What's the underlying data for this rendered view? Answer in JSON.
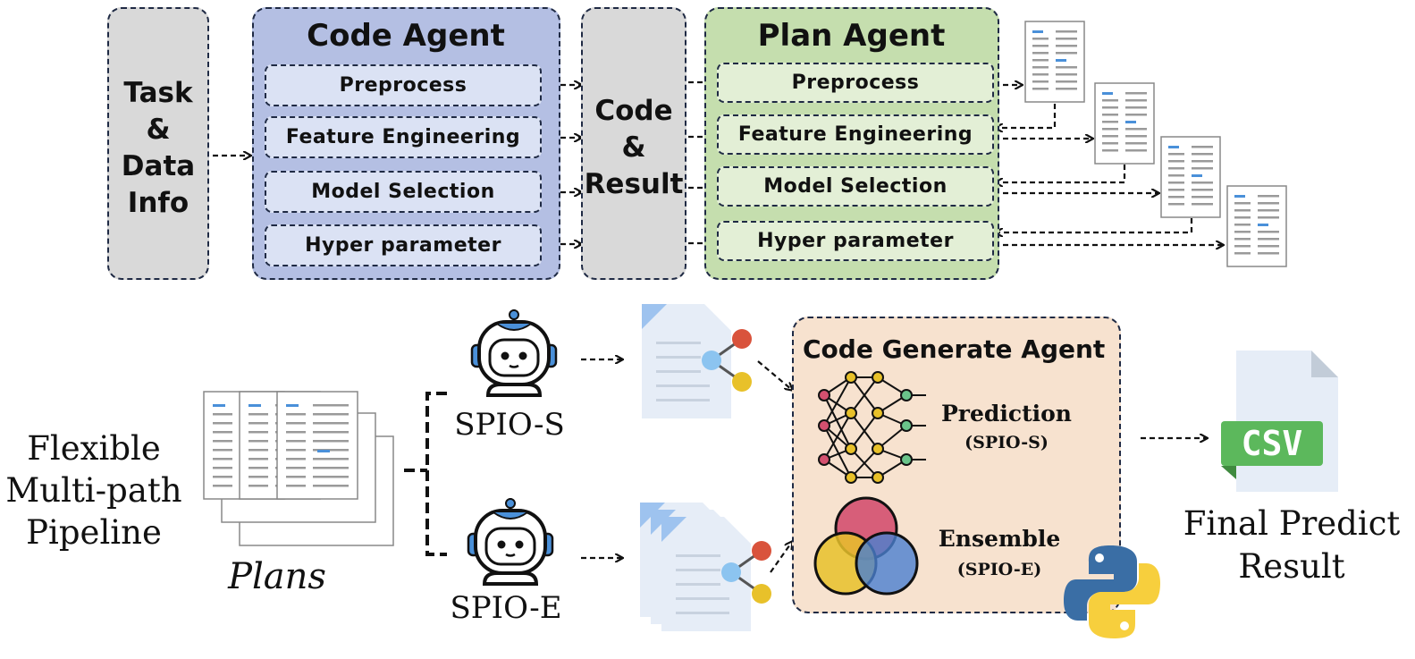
{
  "task_box": {
    "lines": [
      "Task",
      "&",
      "Data",
      "Info"
    ]
  },
  "code_agent": {
    "title": "Code Agent",
    "steps": [
      "Preprocess",
      "Feature Engineering",
      "Model Selection",
      "Hyper parameter"
    ]
  },
  "code_result": {
    "lines": [
      "Code",
      "&",
      "Result"
    ]
  },
  "plan_agent": {
    "title": "Plan Agent",
    "steps": [
      "Preprocess",
      "Feature Engineering",
      "Model Selection",
      "Hyper parameter"
    ]
  },
  "pipeline_label": {
    "lines": [
      "Flexible",
      "Multi-path",
      "Pipeline"
    ]
  },
  "plans_label": "Plans",
  "spio_s_label": "SPIO-S",
  "spio_e_label": "SPIO-E",
  "code_generate_agent": {
    "title": "Code Generate Agent",
    "prediction": {
      "label": "Prediction",
      "sub": "(SPIO-S)"
    },
    "ensemble": {
      "label": "Ensemble",
      "sub": "(SPIO-E)"
    }
  },
  "csv_label": "CSV",
  "final_result": {
    "lines": [
      "Final Predict",
      "Result"
    ]
  },
  "colors": {
    "blue_accent": "#4a90d9",
    "csv_green": "#5cb85c",
    "venn_pink": "#d3506f",
    "venn_yellow": "#e8c12a",
    "venn_blue": "#4a7fd0",
    "node_red": "#d9533c",
    "node_yellow": "#e8c12a",
    "node_blue": "#8cc4f0",
    "python_blue": "#3a6ea5",
    "python_yellow": "#f7cf3d"
  }
}
